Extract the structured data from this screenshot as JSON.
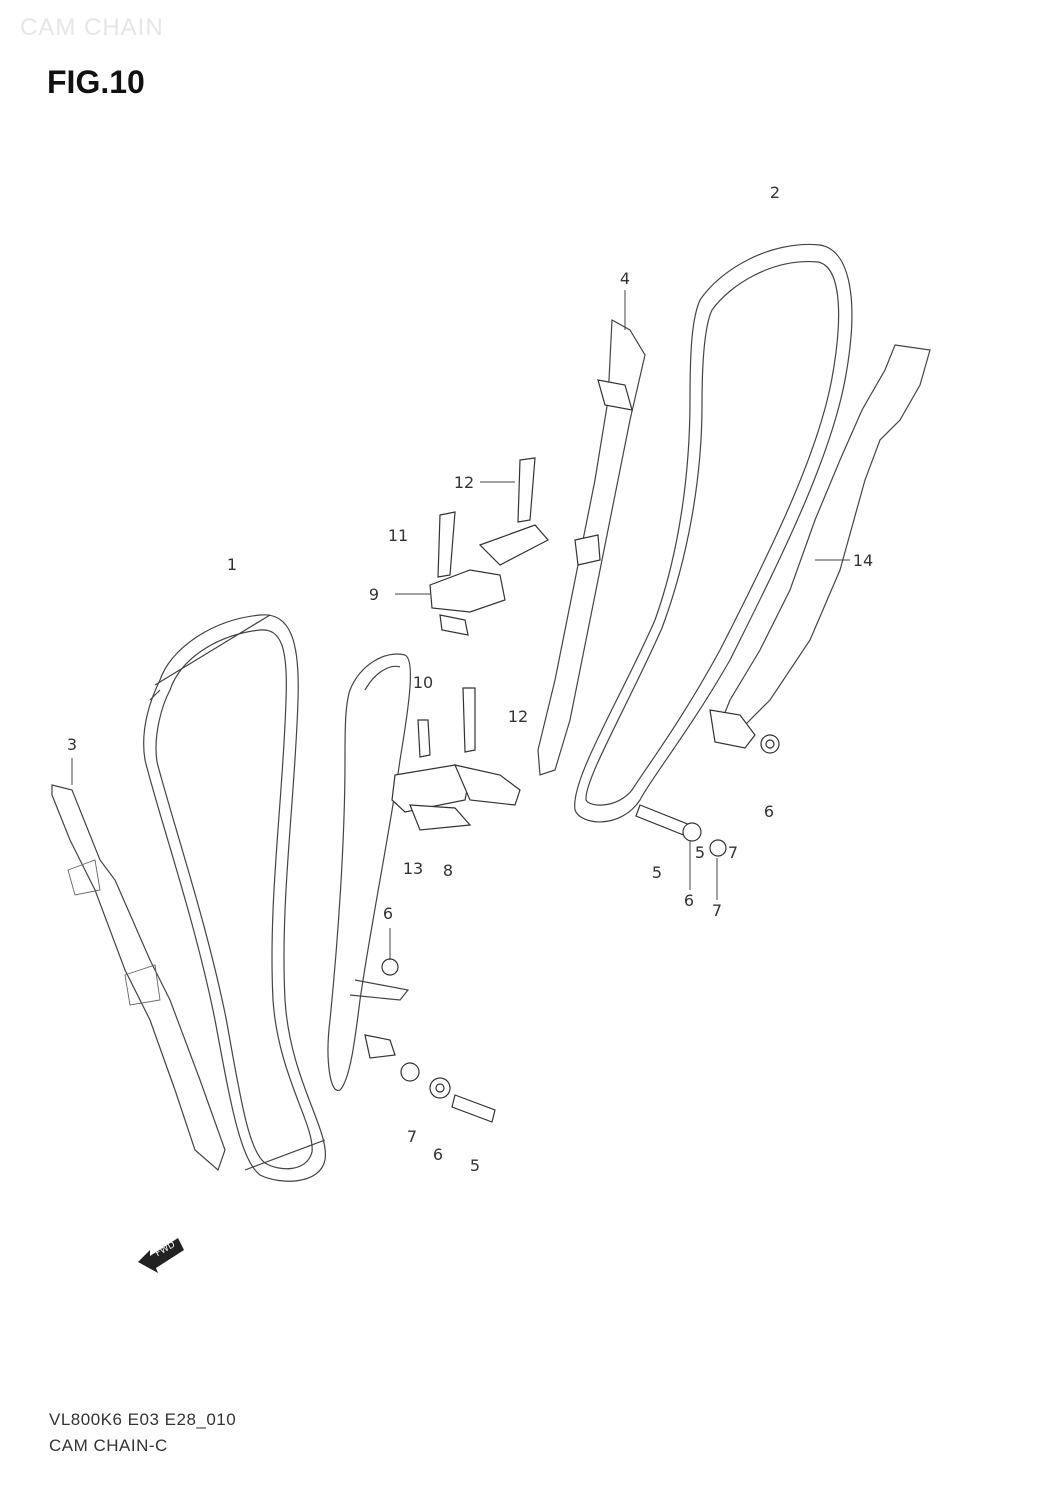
{
  "watermark": "CAM CHAIN",
  "figure": {
    "title": "FIG.10"
  },
  "labels": [
    "1",
    "2",
    "3",
    "4",
    "5",
    "6",
    "7",
    "8",
    "9",
    "10",
    "11",
    "12",
    "12",
    "13",
    "14",
    "6",
    "6",
    "6",
    "5",
    "7",
    "7",
    "5"
  ],
  "fwd": "FWD",
  "footer": {
    "code": "VL800K6 E03 E28_010",
    "name": "CAM CHAIN-C"
  }
}
